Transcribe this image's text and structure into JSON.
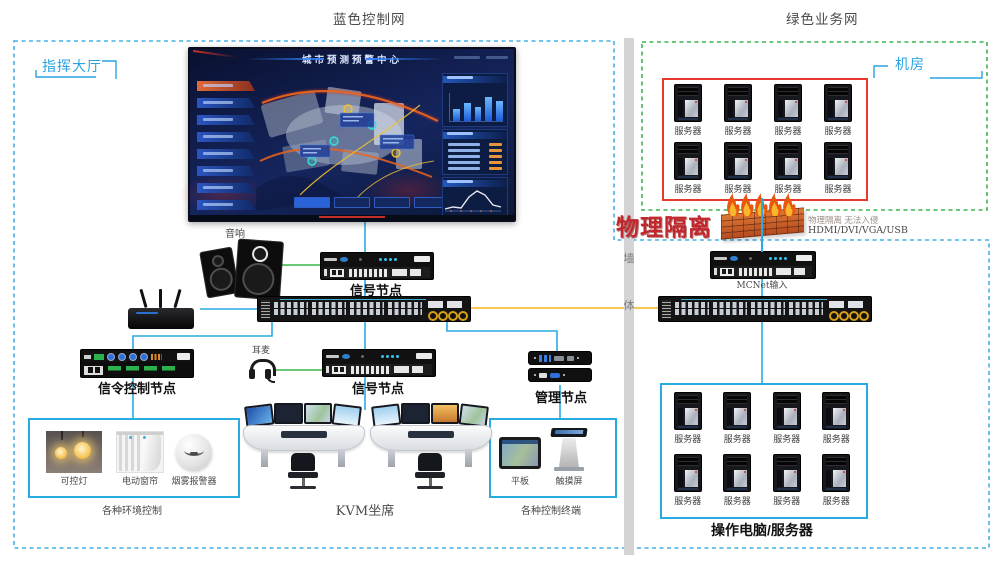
{
  "header": {
    "blue_network": "蓝色控制网",
    "green_network": "绿色业务网"
  },
  "zones": {
    "command_hall": "指挥大厅",
    "machine_room": "机房",
    "wall_top": "墙",
    "wall_bottom": "体"
  },
  "screen": {
    "title": "城市预测预警中心"
  },
  "audio": {
    "label": "音响"
  },
  "headset": {
    "label": "耳麦"
  },
  "nodes": {
    "signal_node_top": "信号节点",
    "signal_node_mid": "信号节点",
    "signaling_control": "信令控制节点",
    "management": "管理节点",
    "mcnet_input": "MCNet输入"
  },
  "isolation": {
    "title": "物理隔离",
    "note1": "物理隔离 无法入侵",
    "note2": "HDMI/DVI/VGA/USB"
  },
  "env_control": {
    "items": [
      {
        "label": "可控灯"
      },
      {
        "label": "电动窗帘"
      },
      {
        "label": "烟雾报警器"
      }
    ],
    "caption": "各种环境控制"
  },
  "kvm": {
    "caption": "KVM坐席"
  },
  "terminals": {
    "items": [
      {
        "label": "平板"
      },
      {
        "label": "触摸屏"
      }
    ],
    "caption": "各种控制终端"
  },
  "machine_room_servers": {
    "label": "服务器",
    "count": 8
  },
  "operator_servers": {
    "label": "服务器",
    "count": 8,
    "caption": "操作电脑/服务器"
  },
  "colors": {
    "dash_blue": "#45b0e5",
    "dash_green": "#3bb54f",
    "line_blue": "#29abe2",
    "line_green": "#39b54a",
    "line_yellow": "#f9b31b",
    "box_red": "#e8392f",
    "box_blue": "#29abe2",
    "isolation_red": "#c1272d",
    "zone_label": "#2ba3e0",
    "wall_gray": "#d4d4d4"
  }
}
